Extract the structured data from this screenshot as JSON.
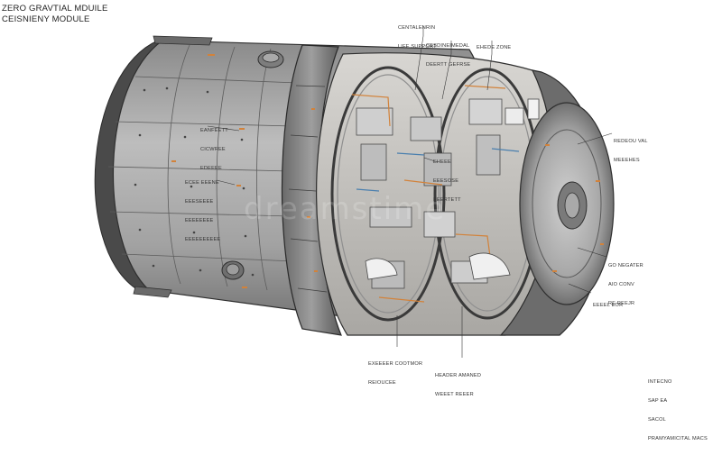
{
  "header": {
    "title_line1": "ZERO GRAVTIAL MDUILE",
    "title_line2": "CEISNIENY MODULE"
  },
  "callouts": {
    "life_support": [
      "CENTALENRIN",
      "LIFE SUPPORT"
    ],
    "cabin_deploy": [
      "CESDINEIMEDAL",
      "DEERTT GEFRSE"
    ],
    "zone": [
      "EHEDE ZONE"
    ],
    "panel_left": [
      "EANFEETT",
      "CICWREE",
      "EDEEEE"
    ],
    "panel_left2": [
      "ECEE EEENE",
      "EEESEEEE",
      "EEEEEEEE",
      "EEEEEEEEEE"
    ],
    "center_panel": [
      "EHEEE",
      "EEESOSE",
      "EEERTETT"
    ],
    "right_top": [
      "REDEOU VAL",
      "MEEEHES"
    ],
    "right_mid": [
      "GO NEGATER",
      "AIO CONV",
      "RE REEJR"
    ],
    "right_low": [
      "EEEEL EOR"
    ],
    "bottom_left": [
      "EXEEEER COOTMOR",
      "REIOUCEE"
    ],
    "bottom_mid": [
      "HEADER AMANED",
      "WEEET REEER"
    ],
    "bottom_right": [
      "INTECNO",
      "SAP EA",
      "SACOL",
      "PRAMYAMICITAL MACS"
    ]
  },
  "watermark": "dreamstime",
  "colors": {
    "hull": "#9a9a9a",
    "hull_dark": "#5d5d5d",
    "hull_light": "#c4c4c4",
    "accent_orange": "#d2823a",
    "outline": "#2f2f2f",
    "background": "#ffffff"
  }
}
